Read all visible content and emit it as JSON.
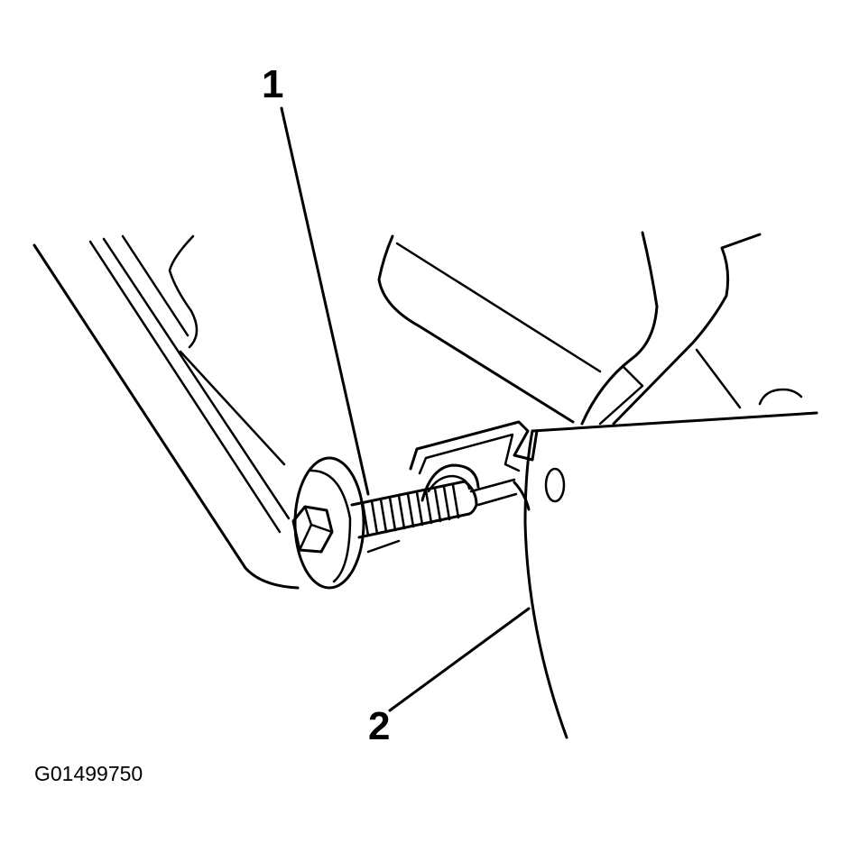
{
  "callouts": [
    {
      "id": "1",
      "label": "1"
    },
    {
      "id": "2",
      "label": "2"
    }
  ],
  "figure_id": "G01499750",
  "colors": {
    "line": "#000000",
    "background": "#ffffff"
  }
}
